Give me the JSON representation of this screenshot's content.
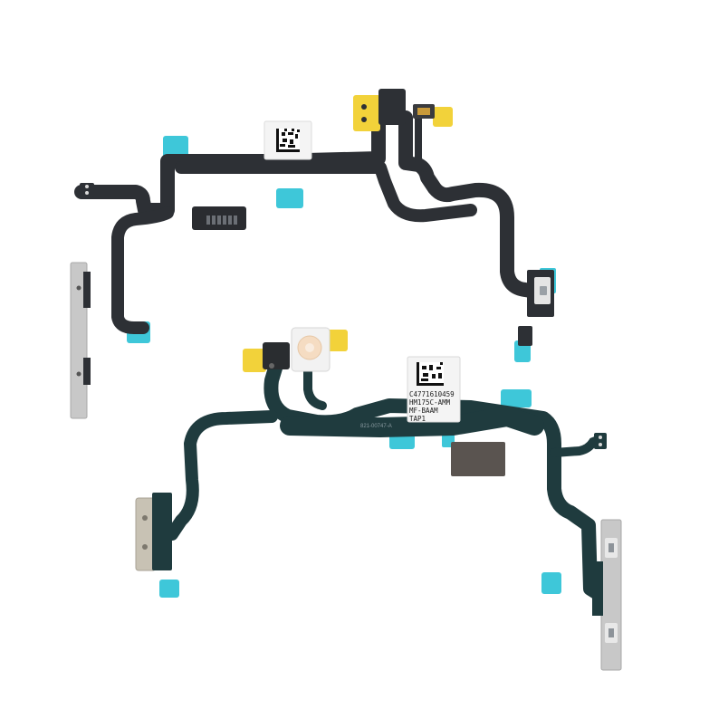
{
  "product": {
    "cable_top": {
      "sticker_code": "datamatrix"
    },
    "cable_bottom": {
      "label_lines": [
        "C4771610459",
        "HM175C-AMM",
        "MF-BAAM",
        "TAP1"
      ],
      "trace_print": "821-00747-A"
    }
  },
  "colors": {
    "flex_top": "#2d3035",
    "flex_bottom": "#1f3b3e",
    "stiffener_cyan": "#3ec7d9",
    "contact_gold": "#f2d23a",
    "bracket_metal": "#c8c8c8",
    "sticker": "#f4f4f4"
  }
}
